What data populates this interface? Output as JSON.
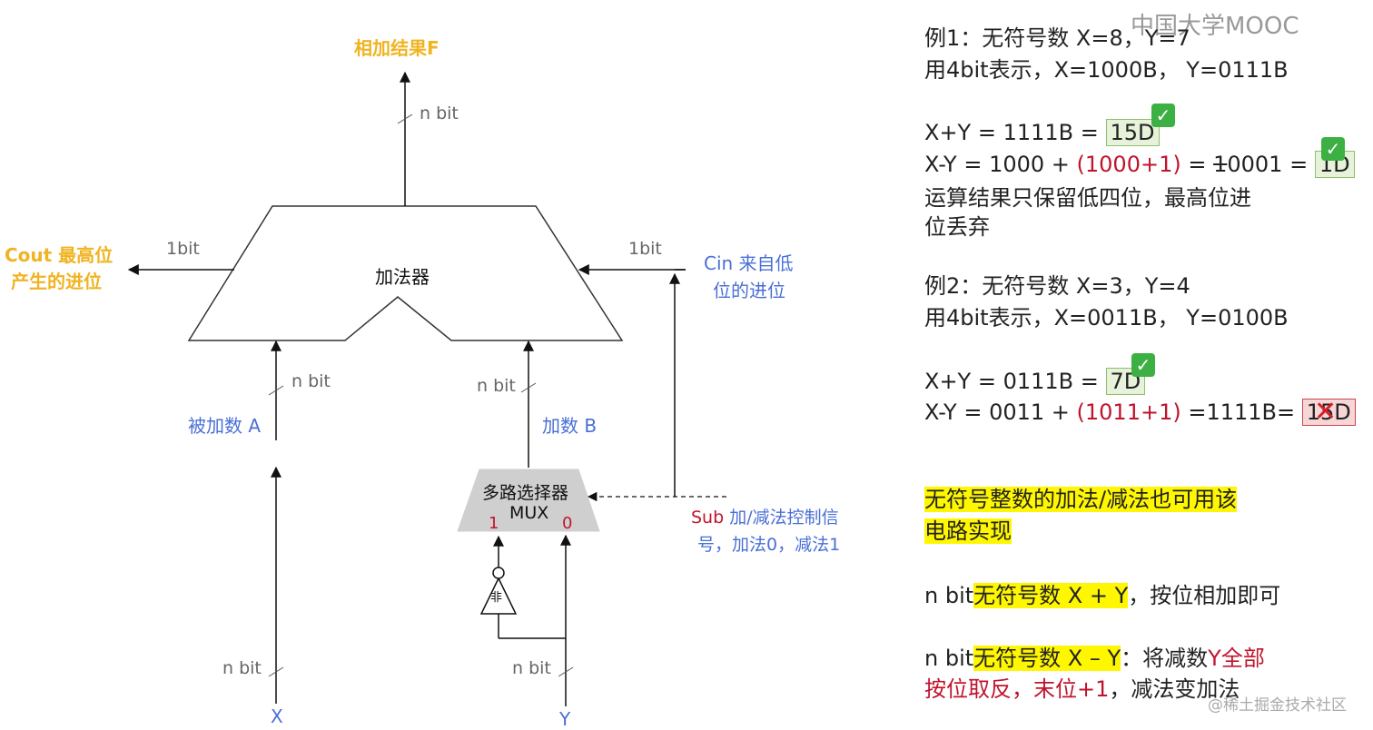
{
  "watermark": {
    "logo_text": "中国大学MOOC",
    "footer": "@稀土掘金技术社区"
  },
  "diagram": {
    "output_label": "相加结果F",
    "adder_label": "加法器",
    "cout_label_line1": "Cout 最高位",
    "cout_label_line2": "产生的进位",
    "cin_label_line1": "Cin 来自低",
    "cin_label_line2": "位的进位",
    "bit_1_left": "1bit",
    "bit_1_right": "1bit",
    "nbit_top": "n bit",
    "nbit_a": "n bit",
    "nbit_b": "n bit",
    "nbit_x": "n bit",
    "nbit_y": "n bit",
    "input_a_label": "被加数 A",
    "input_b_label": "加数 B",
    "mux_label_line1": "多路选择器",
    "mux_label_line2": "MUX",
    "mux_in_1": "1",
    "mux_in_0": "0",
    "not_gate_label": "非",
    "sub_label_prefix": "Sub",
    "sub_label_line1": "加/减法控制信",
    "sub_label_line2": "号，加法0，减法1",
    "x_label": "X",
    "y_label": "Y"
  },
  "right_panel": {
    "ex1_title": "例1：无符号数 X=8，Y=7",
    "ex1_repr": "用4bit表示，X=1000B， Y=0111B",
    "ex1_add_prefix": "X+Y = 1111B  = ",
    "ex1_add_result": "15D",
    "ex1_sub_prefix": "X-Y = 1000 + ",
    "ex1_sub_red": "(1000+1)",
    "ex1_sub_mid": " = ",
    "ex1_sub_strike": "1",
    "ex1_sub_rest": "0001 = ",
    "ex1_sub_result": "1D",
    "ex1_note_line1": "运算结果只保留低四位，最高位进",
    "ex1_note_line2": "位丢弃",
    "ex2_title": "例2：无符号数 X=3，Y=4",
    "ex2_repr": "用4bit表示，X=0011B， Y=0100B",
    "ex2_add_prefix": "X+Y = 0111B = ",
    "ex2_add_result": "7D",
    "ex2_sub_prefix": "X-Y = 0011 + ",
    "ex2_sub_red": "(1011+1)",
    "ex2_sub_rest": " =1111B= ",
    "ex2_sub_result": "15D",
    "check_glyph": "✓",
    "cross_glyph": "✕",
    "conclusion_line1": "无符号整数的加法/减法也可用该",
    "conclusion_line2": "电路实现",
    "add_rule_prefix": "n bit",
    "add_rule_hl": "无符号数 X + Y",
    "add_rule_rest": "，按位相加即可",
    "sub_rule_prefix": "n bit",
    "sub_rule_hl": "无符号数 X – Y",
    "sub_rule_mid": "：将减数",
    "sub_rule_red1": "Y全部",
    "sub_rule_red2": "按位取反，末位+1",
    "sub_rule_rest": "，减法变加法"
  },
  "colors": {
    "orange": "#f0b423",
    "blue": "#4a6fd6",
    "red": "#c0142d",
    "highlight": "#fff700"
  }
}
